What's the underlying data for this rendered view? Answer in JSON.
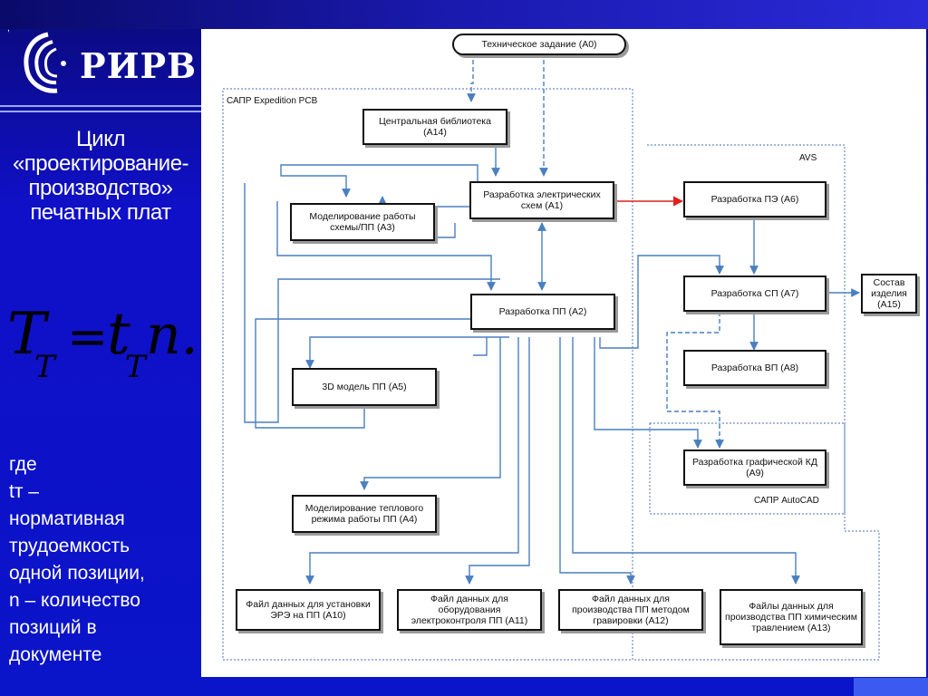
{
  "logo": {
    "text": "РИРВ",
    "mark": ","
  },
  "title": "Цикл «проектирование-производство» печатных плат",
  "formula": {
    "T": "T",
    "T_sub": "T",
    "eq": "=",
    "t": "t",
    "t_sub": "T",
    "n": "n."
  },
  "legend": [
    "где",
    "tт –",
    "нормативная",
    "трудоемкость",
    "одной позиции,",
    "n – количество",
    "позиций в",
    "документе"
  ],
  "regions": {
    "expedition": "САПР Expedition PCB",
    "avs": "AVS",
    "autocad": "САПР AutoCAD"
  },
  "nodes": {
    "a0": "Техническое задание (А0)",
    "a14": "Центральная библиотека (А14)",
    "a1": "Разработка электрических схем (А1)",
    "a3": "Моделирование работы схемы/ПП (А3)",
    "a2": "Разработка ПП (А2)",
    "a5": "3D модель ПП (А5)",
    "a4": "Моделирование теплового режима работы ПП (А4)",
    "a10": "Файл данных для установки ЭРЭ на ПП (А10)",
    "a11": "Файл данных для оборудования электроконтроля ПП (А11)",
    "a12": "Файл данных для производства ПП методом гравировки (А12)",
    "a13": "Файлы данных для производства ПП химическим травлением (А13)",
    "a6": "Разработка ПЭ (А6)",
    "a7": "Разработка СП (А7)",
    "a15": "Состав изделия (А15)",
    "a8": "Разработка ВП (А8)",
    "a9": "Разработка графической КД (А9)"
  },
  "colors": {
    "background": "#1010c8",
    "wire": "#4a7fc0",
    "highlight_wire": "#e02020",
    "region_border": "#6a8cc8"
  }
}
